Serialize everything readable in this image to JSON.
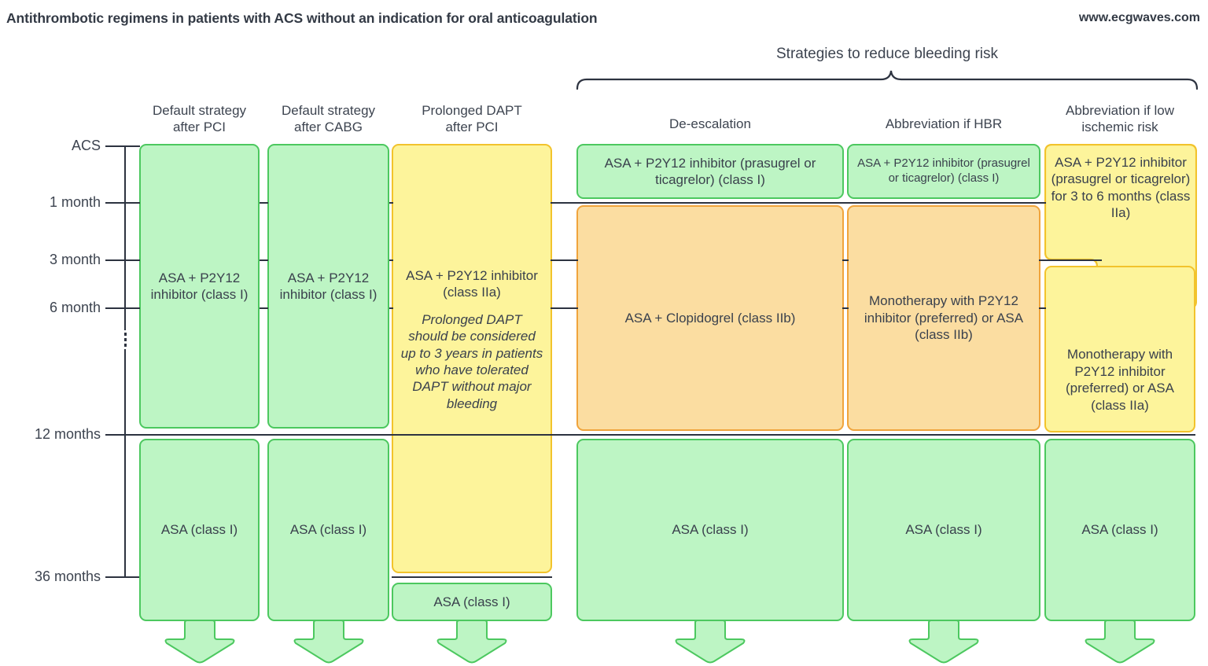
{
  "header": {
    "title": "Antithrombotic regimens in patients with ACS without an indication for oral anticoagulation",
    "credit": "www.ecgwaves.com",
    "brace_label": "Strategies to reduce bleeding risk"
  },
  "colors": {
    "green_fill": "#bdf5c4",
    "green_stroke": "#4cc85f",
    "orange_fill": "#fbdda1",
    "orange_stroke": "#f0a43c",
    "yellow_fill": "#fdf49b",
    "yellow_stroke": "#f2c32c",
    "text": "#3a414d",
    "axis": "#2d3340"
  },
  "timeline": {
    "labels": [
      {
        "text": "ACS"
      },
      {
        "text": "1 month"
      },
      {
        "text": "3 month"
      },
      {
        "text": "6 month"
      },
      {
        "text": "12 months"
      },
      {
        "text": "36 months"
      }
    ]
  },
  "columns": [
    {
      "header": "Default strategy\nafter PCI",
      "header_line1": "Default strategy",
      "header_line2": "after PCI"
    },
    {
      "header": "Default strategy\nafter CABG",
      "header_line1": "Default strategy",
      "header_line2": "after CABG"
    },
    {
      "header": "Prolonged DAPT\nafter PCI",
      "header_line1": "Prolonged DAPT",
      "header_line2": "after PCI"
    },
    {
      "header": "De-escalation",
      "header_line1": "De-escalation",
      "header_line2": ""
    },
    {
      "header": "Abbreviation if HBR",
      "header_line1": "Abbreviation if HBR",
      "header_line2": ""
    },
    {
      "header": "Abbreviation if low\nischemic risk",
      "header_line1": "Abbreviation if low",
      "header_line2": "ischemic risk"
    }
  ],
  "boxes": {
    "c1_top": "ASA + P2Y12 inhibitor (class I)",
    "c1_bottom": "ASA (class I)",
    "c2_top": "ASA + P2Y12 inhibitor (class I)",
    "c2_bottom": "ASA (class I)",
    "c3_top_main": "ASA + P2Y12 inhibitor (class IIa)",
    "c3_top_note": "Prolonged DAPT should be considered up to 3 years in patients who have tolerated DAPT without major bleeding",
    "c3_bottom": "ASA (class I)",
    "c4_top": "ASA + P2Y12 inhibitor (prasugrel or ticagrelor) (class I)",
    "c4_mid": "ASA + Clopidogrel (class IIb)",
    "c4_bottom": "ASA (class I)",
    "c5_top": "ASA + P2Y12 inhibitor (prasugrel or ticagrelor) (class I)",
    "c5_mid": "Monotherapy with P2Y12 inhibitor (preferred) or ASA (class IIb)",
    "c5_bottom": "ASA (class I)",
    "c6_top": "ASA + P2Y12 inhibitor (prasugrel or ticagrelor) for 3 to 6 months (class IIa)",
    "c6_mid": "Monotherapy with P2Y12 inhibitor (preferred) or ASA (class IIa)",
    "c6_bottom": "ASA (class I)"
  }
}
